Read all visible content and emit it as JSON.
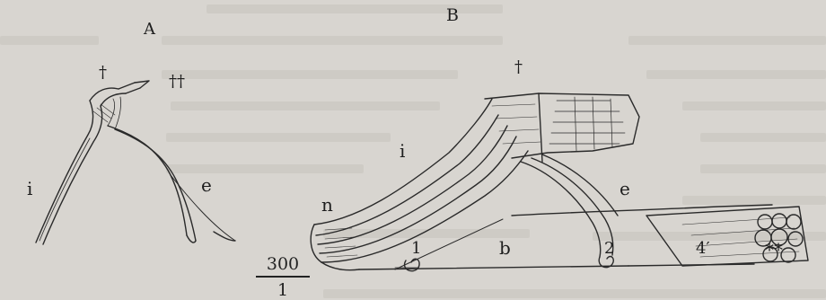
{
  "figure": {
    "panel_a": {
      "title": "A",
      "labels": {
        "dagger": "†",
        "double_dagger": "††",
        "i": "i",
        "e": "e"
      }
    },
    "panel_b": {
      "title": "B",
      "labels": {
        "dagger": "†",
        "i": "i",
        "e": "e",
        "n": "n",
        "one": "1",
        "b": "b",
        "two": "2",
        "four_prime": "4′",
        "stars": "**"
      }
    },
    "scale": {
      "numerator": "300",
      "denominator": "1"
    }
  }
}
